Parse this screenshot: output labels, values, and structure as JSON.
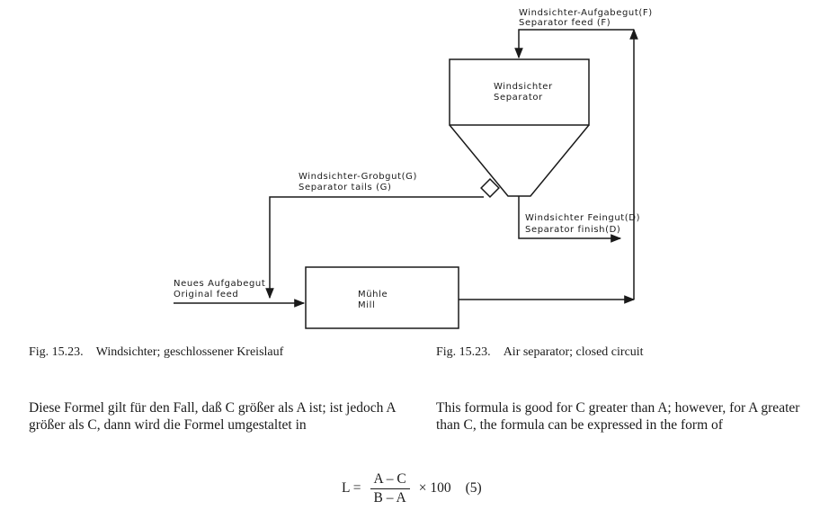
{
  "diagram": {
    "feed_top_de": "Windsichter-Aufgabegut(F)",
    "feed_top_en": "Separator  feed  (F)",
    "separator_de": "Windsichter",
    "separator_en": "Separator",
    "tails_de": "Windsichter-Grobgut(G)",
    "tails_en": "Separator  tails  (G)",
    "finish_de": "Windsichter  Feingut(D)",
    "finish_en": "Separator  finish(D)",
    "newfeed_de": "Neues  Aufgabegut",
    "newfeed_en": "Original  feed",
    "mill_de": "Mühle",
    "mill_en": "Mill"
  },
  "captions": {
    "left_num": "Fig. 15.23.",
    "left_text": "Windsichter; geschlossener Kreislauf",
    "right_num": "Fig. 15.23.",
    "right_text": "Air separator; closed circuit"
  },
  "text": {
    "german_para": "Diese Formel gilt für den Fall, daß C größer als A ist; ist jedoch A größer als C, dann wird die Formel umgestaltet in",
    "english_para": "This formula is good for C greater than A; however, for A greater than C, the formula can be expressed in the form of"
  },
  "formula": {
    "lhs": "L =",
    "numerator": "A – C",
    "denominator": "B – A",
    "multiplier": "× 100",
    "number": "(5)"
  }
}
